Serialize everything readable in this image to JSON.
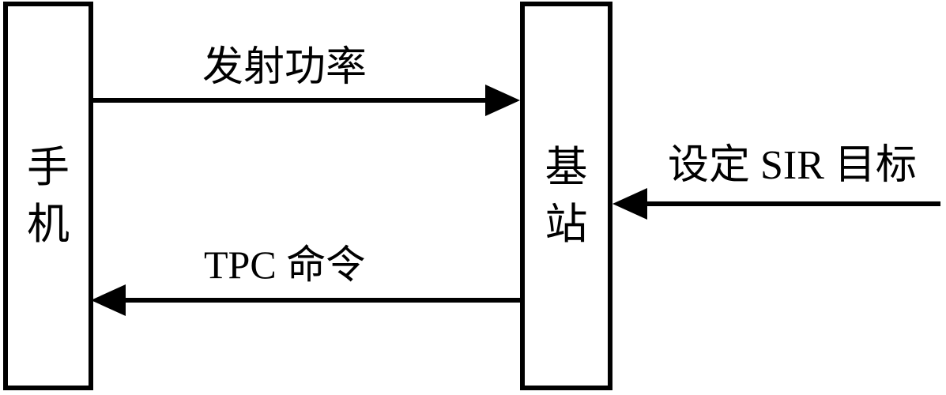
{
  "diagram": {
    "background_color": "#ffffff",
    "stroke_color": "#000000",
    "nodes": [
      {
        "id": "phone",
        "label": "手机",
        "chars": [
          "手",
          "机"
        ]
      },
      {
        "id": "base-station",
        "label": "基站",
        "chars": [
          "基",
          "站"
        ]
      }
    ],
    "arrows": [
      {
        "id": "transmit-power",
        "label": "发射功率",
        "from": "phone",
        "to": "base-station",
        "direction": "right"
      },
      {
        "id": "tpc-command",
        "label": "TPC 命令",
        "from": "base-station",
        "to": "phone",
        "direction": "left"
      },
      {
        "id": "sir-target",
        "label": "设定 SIR 目标",
        "from": "external-right",
        "to": "base-station",
        "direction": "left"
      }
    ]
  }
}
